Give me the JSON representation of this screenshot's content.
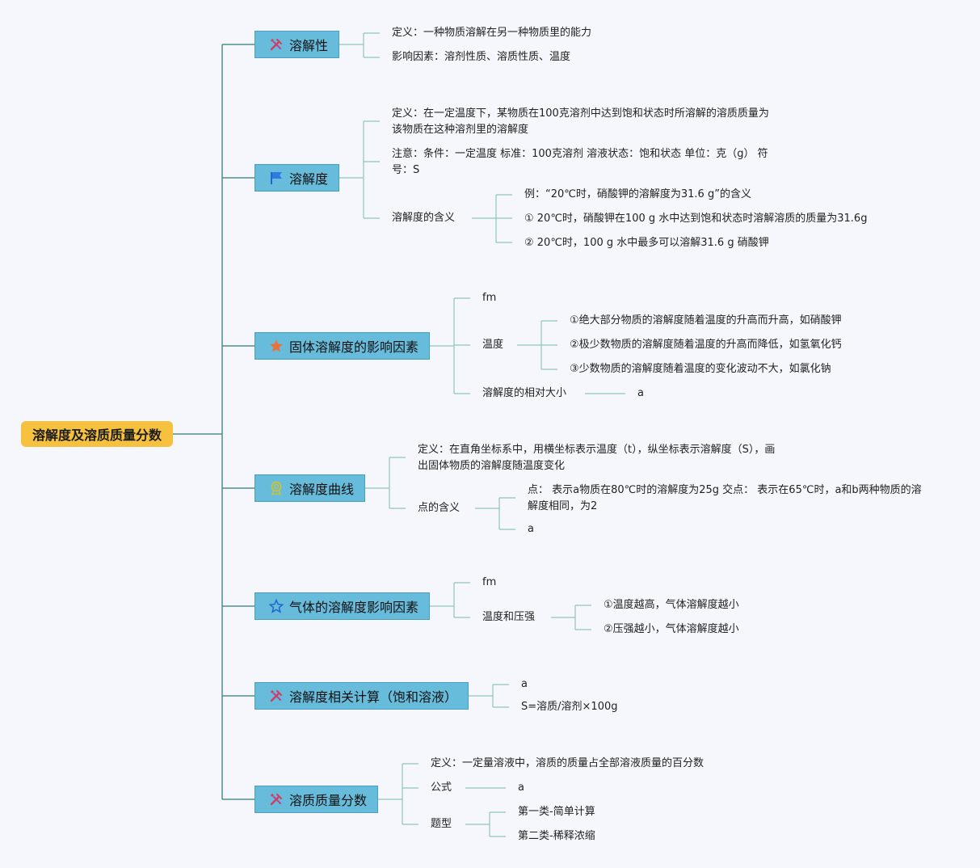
{
  "root": "溶解度及溶质质量分数",
  "topics": {
    "t1": "溶解性",
    "t2": "溶解度",
    "t3": "固体溶解度的影响因素",
    "t4": "溶解度曲线",
    "t5": "气体的溶解度影响因素",
    "t6": "溶解度相关计算（饱和溶液）",
    "t7": "溶质质量分数"
  },
  "icons": {
    "t1": "tools-icon",
    "t2": "flag-icon",
    "t3": "star-filled-icon",
    "t4": "medal-icon",
    "t5": "star-outline-icon",
    "t6": "tools-icon",
    "t7": "tools-icon"
  },
  "nodes": {
    "t1_def": "定义：一种物质溶解在另一种物质里的能力",
    "t1_factor": "影响因素：溶剂性质、溶质性质、温度",
    "t2_def_a": "定义：在一定温度下，某物质在100克溶剂中达到饱和状态时所溶解的溶质质量为",
    "t2_def_b": "该物质在这种溶剂里的溶解度",
    "t2_note_a": "注意：条件：一定温度 标准：100克溶剂 溶液状态：饱和状态 单位：克（g） 符",
    "t2_note_b": "号：S",
    "t2_meaning": "溶解度的含义",
    "t2_m1": "例：“20℃时，硝酸钾的溶解度为31.6 g”的含义",
    "t2_m2": "① 20℃时，硝酸钾在100 g 水中达到饱和状态时溶解溶质的质量为31.6g",
    "t2_m3": "② 20℃时，100 g 水中最多可以溶解31.6 g 硝酸钾",
    "t3_fm": "fm",
    "t3_temp": "温度",
    "t3_r1": "①绝大部分物质的溶解度随着温度的升高而升高，如硝酸钾",
    "t3_r2": "②极少数物质的溶解度随着温度的升高而降低，如氢氧化钙",
    "t3_r3": "③少数物质的溶解度随着温度的变化波动不大，如氯化钠",
    "t3_size": "溶解度的相对大小",
    "t3_a": "a",
    "t4_def_a": "定义：在直角坐标系中，用横坐标表示温度（t），纵坐标表示溶解度（S），画",
    "t4_def_b": "出固体物质的溶解度随温度变化",
    "t4_point": "点的含义",
    "t4_p1a": "点：  表示a物质在80℃时的溶解度为25g 交点：  表示在65℃时，a和b两种物质的溶",
    "t4_p1b": "解度相同，为2",
    "t4_a": "a",
    "t5_fm": "fm",
    "t5_tp": "温度和压强",
    "t5_r1": "①温度越高，气体溶解度越小",
    "t5_r2": "②压强越小，气体溶解度越小",
    "t6_a": "a",
    "t6_formula": "S=溶质/溶剂×100g",
    "t7_def": "定义：一定量溶液中，溶质的质量占全部溶液质量的百分数",
    "t7_formula": "公式",
    "t7_fa": "a",
    "t7_type": "题型",
    "t7_ty1": "第一类-简单计算",
    "t7_ty2": "第二类-稀释浓缩"
  },
  "colors": {
    "root": "#f6c13f",
    "topic": "#67bcdc",
    "line": "#4f8f8a",
    "branch": "#8fc4b8",
    "background": "#f6f7fc"
  }
}
